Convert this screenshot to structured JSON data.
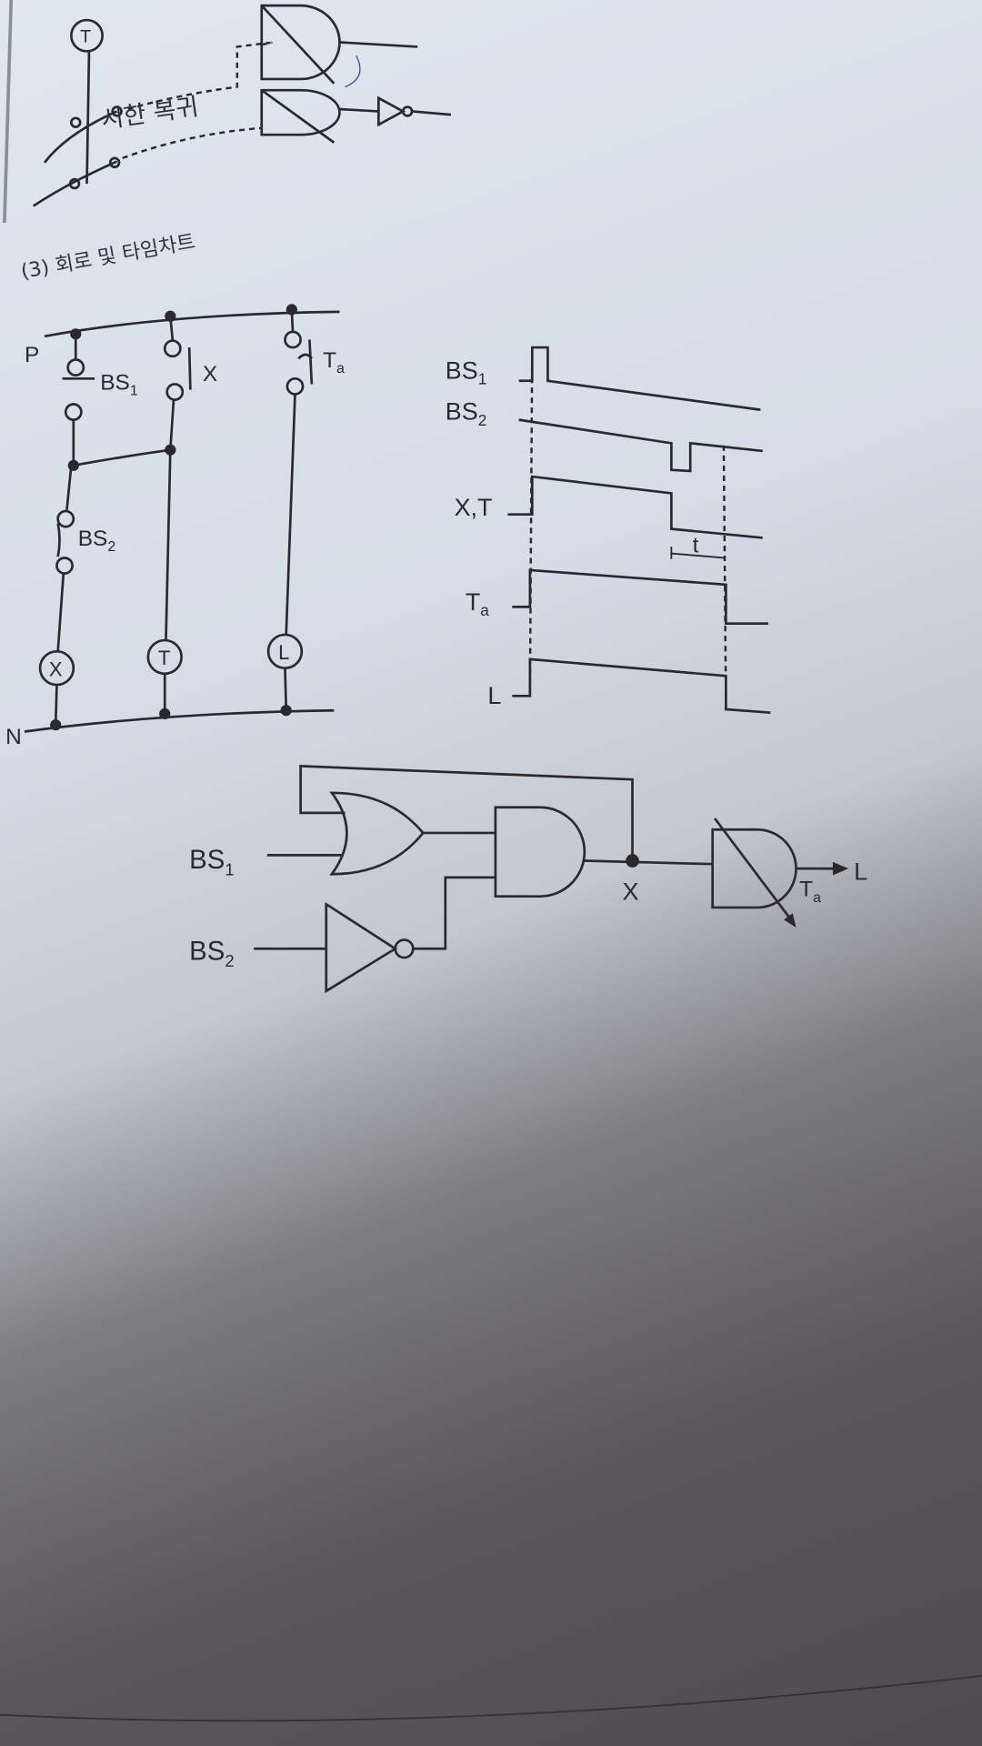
{
  "top_fragment": {
    "coil_label": "T",
    "annotation": "시한 복귀"
  },
  "section_title": "(3) 회로 및 타임차트",
  "ladder": {
    "bus_top": "P",
    "bus_bottom": "N",
    "contacts": [
      {
        "main": "BS",
        "sub": "1"
      },
      {
        "main": "X",
        "sub": ""
      },
      {
        "main": "T",
        "sub": "a"
      },
      {
        "main": "BS",
        "sub": "2"
      }
    ],
    "coils": [
      "X",
      "T",
      "L"
    ]
  },
  "timing_chart": {
    "signals": [
      {
        "main": "BS",
        "sub": "1"
      },
      {
        "main": "BS",
        "sub": "2"
      },
      {
        "main": "X,T",
        "sub": ""
      },
      {
        "main": "T",
        "sub": "a"
      },
      {
        "main": "L",
        "sub": ""
      }
    ],
    "delay_label": "t"
  },
  "logic": {
    "input1": {
      "main": "BS",
      "sub": "1"
    },
    "input2": {
      "main": "BS",
      "sub": "2"
    },
    "node": "X",
    "timer": {
      "main": "T",
      "sub": "a"
    },
    "output": "L"
  }
}
